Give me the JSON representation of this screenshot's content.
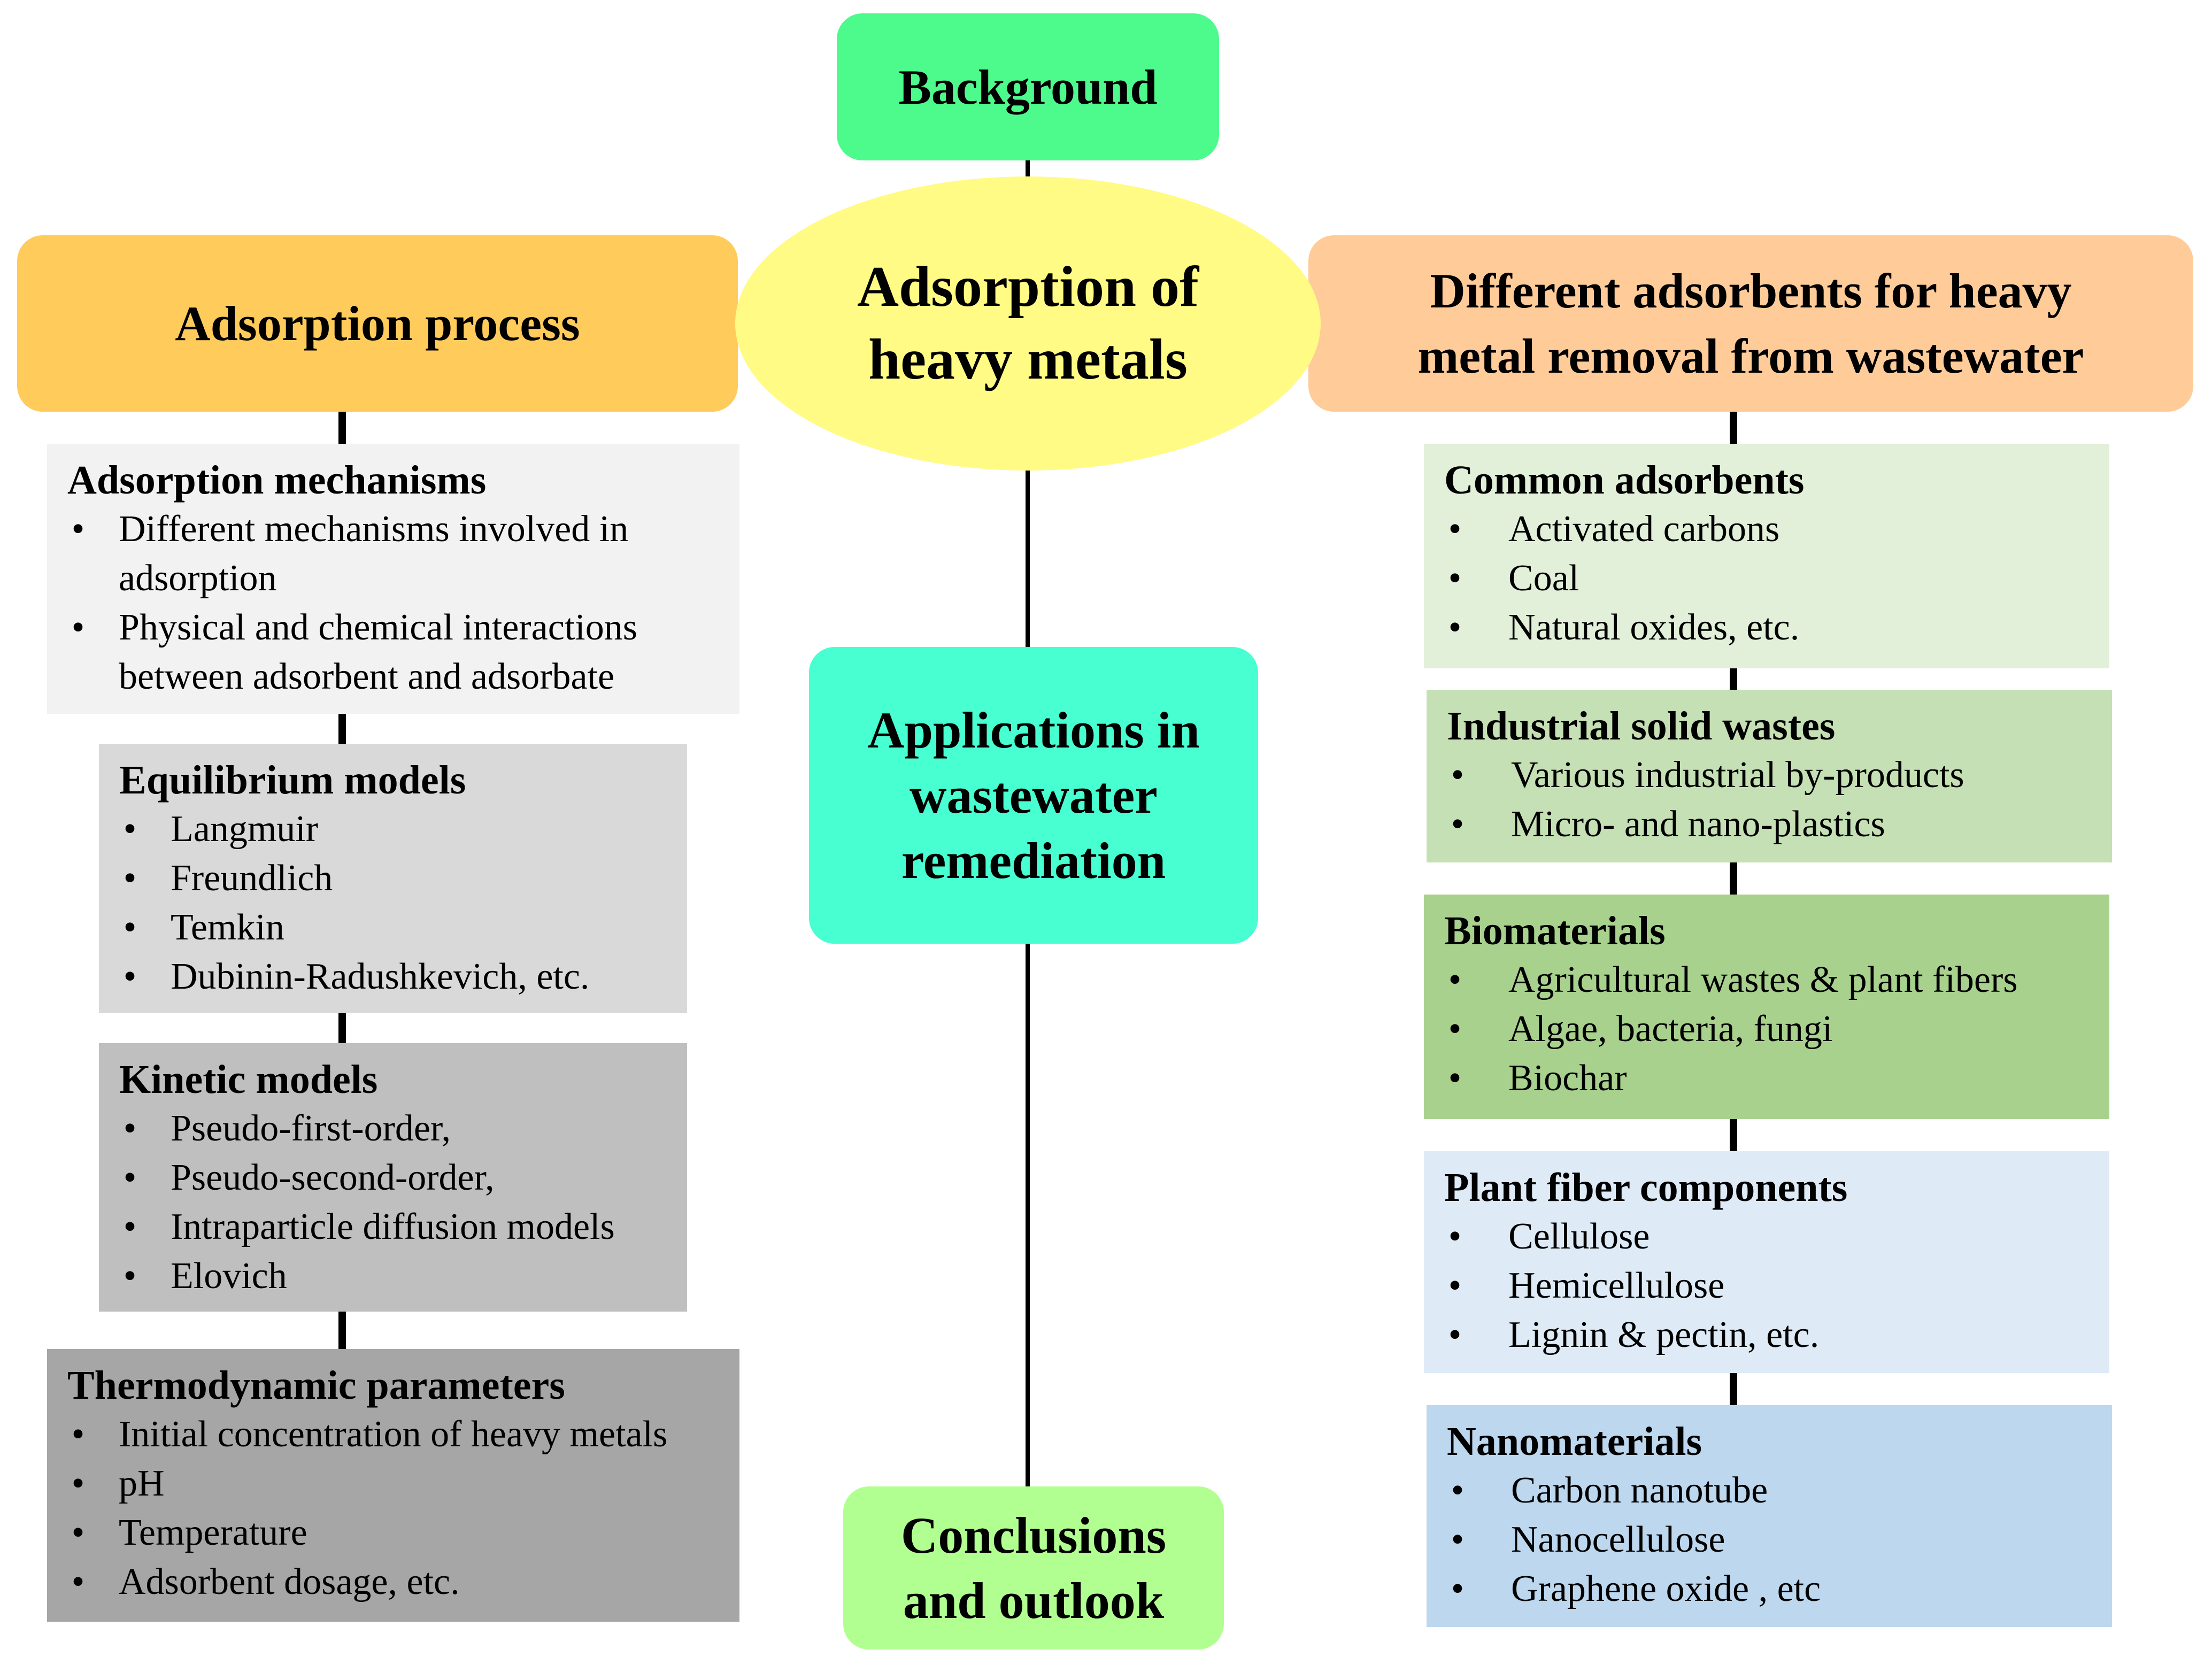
{
  "center": {
    "title": [
      "Adsorption of",
      "heavy metals"
    ]
  },
  "background_box": {
    "label": "Background"
  },
  "left_header": {
    "label": "Adsorption process"
  },
  "right_header": {
    "label": [
      "Different adsorbents for heavy",
      "metal removal from wastewater"
    ]
  },
  "applications_box": {
    "label": [
      "Applications in",
      "wastewater",
      "remediation"
    ]
  },
  "conclusions_box": {
    "label": [
      "Conclusions",
      "and outlook"
    ]
  },
  "left_panels": [
    {
      "title": "Adsorption mechanisms",
      "items": [
        "Different mechanisms involved in",
        "adsorption",
        "Physical and chemical interactions",
        "between adsorbent and adsorbate"
      ]
    },
    {
      "title": "Equilibrium models",
      "items": [
        "Langmuir",
        "Freundlich",
        "Temkin",
        "Dubinin-Radushkevich, etc."
      ]
    },
    {
      "title": "Kinetic models",
      "items": [
        "Pseudo-first-order,",
        "Pseudo-second-order,",
        "Intraparticle diffusion models",
        "Elovich"
      ]
    },
    {
      "title": "Thermodynamic parameters",
      "items": [
        "Initial concentration of heavy metals",
        "pH",
        "Temperature",
        "Adsorbent dosage, etc."
      ]
    }
  ],
  "right_panels": [
    {
      "title": "Common adsorbents",
      "items": [
        "Activated carbons",
        "Coal",
        "Natural oxides, etc."
      ]
    },
    {
      "title": "Industrial solid wastes",
      "items": [
        "Various industrial by-products",
        "Micro- and nano-plastics"
      ]
    },
    {
      "title": "Biomaterials",
      "items": [
        "Agricultural wastes & plant fibers",
        "Algae, bacteria, fungi",
        "Biochar"
      ]
    },
    {
      "title": "Plant fiber components",
      "items": [
        "Cellulose",
        "Hemicellulose",
        "Lignin & pectin, etc."
      ]
    },
    {
      "title": "Nanomaterials",
      "items": [
        "Carbon nanotube",
        "Nanocellulose",
        "Graphene oxide , etc"
      ]
    }
  ],
  "bullet": "•",
  "colors": {
    "background_box": "#4dfa8c",
    "ellipse": "#fffb84",
    "left_header": "#ffcc5c",
    "right_header": "#ffcc99",
    "applications": "#47ffd1",
    "conclusions": "#b2ff91",
    "left_panels": [
      "#f2f2f2",
      "#d9d9d9",
      "#bfbfbf",
      "#a6a6a6"
    ],
    "right_panels": [
      "#e2f0d9",
      "#c5e0b4",
      "#a9d18e",
      "#deebf7",
      "#bdd7ee"
    ]
  }
}
